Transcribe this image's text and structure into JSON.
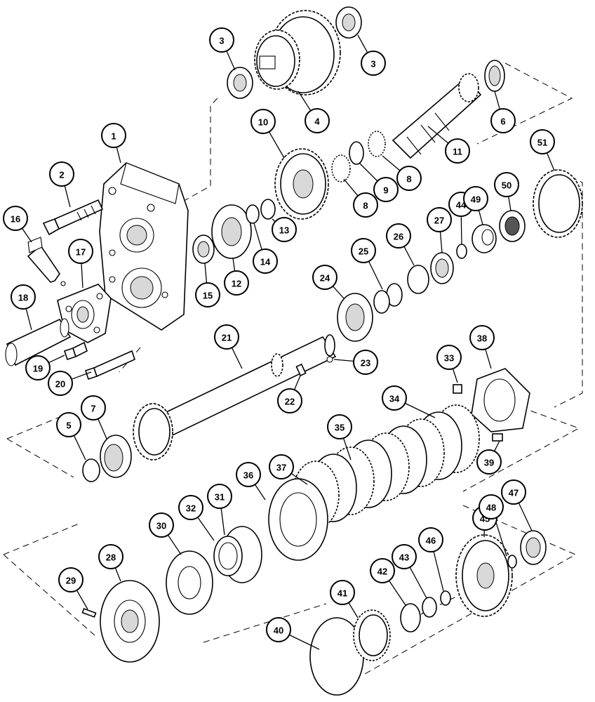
{
  "diagram": {
    "part_numbers": [
      "1",
      "2",
      "3",
      "4",
      "5",
      "6",
      "7",
      "8",
      "9",
      "10",
      "11",
      "12",
      "13",
      "14",
      "15",
      "16",
      "17",
      "18",
      "19",
      "20",
      "21",
      "22",
      "23",
      "24",
      "25",
      "26",
      "27",
      "28",
      "29",
      "30",
      "31",
      "32",
      "33",
      "34",
      "35",
      "36",
      "37",
      "38",
      "39",
      "40",
      "41",
      "42",
      "43",
      "44",
      "45",
      "46",
      "47",
      "48",
      "49",
      "50",
      "51"
    ]
  }
}
